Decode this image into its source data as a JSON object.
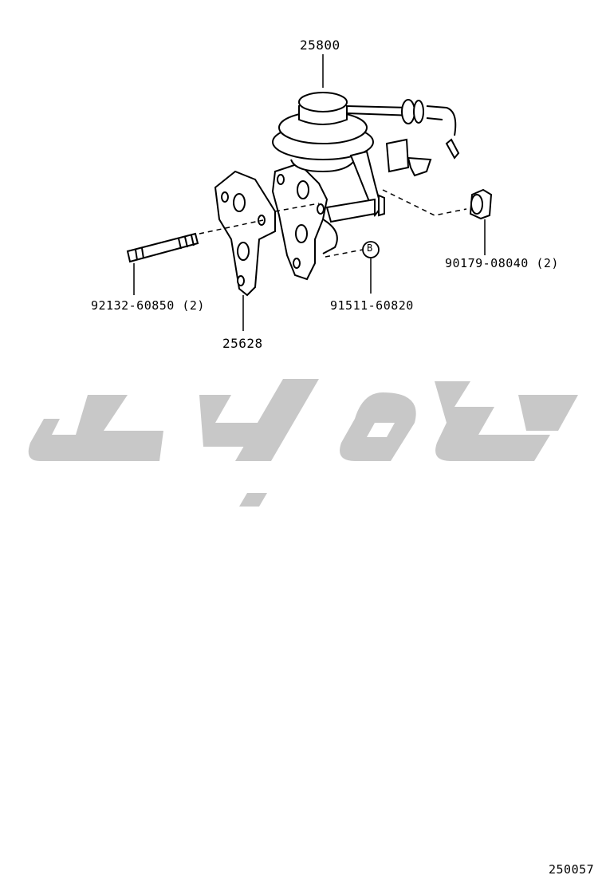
{
  "diagram": {
    "callouts": {
      "egr_valve": "25800",
      "gasket": "25628",
      "stud": "92132-60850 (2)",
      "nut": "90179-08040 (2)",
      "bolt_ref": "91511-60820",
      "bolt_marker": "B"
    },
    "figure_number": "250057"
  },
  "watermark": {
    "text": "تویوپارت",
    "color": "#c8c8c8"
  },
  "line_color": "#000000"
}
